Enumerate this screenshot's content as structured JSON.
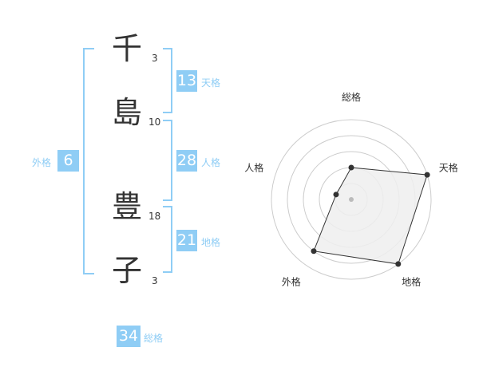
{
  "characters": [
    {
      "kanji": "千",
      "strokes": "3"
    },
    {
      "kanji": "島",
      "strokes": "10"
    },
    {
      "kanji": "豊",
      "strokes": "18"
    },
    {
      "kanji": "子",
      "strokes": "3"
    }
  ],
  "grids": {
    "tenkaku": {
      "value": "13",
      "label": "天格"
    },
    "jinkaku": {
      "value": "28",
      "label": "人格"
    },
    "chikaku": {
      "value": "21",
      "label": "地格"
    },
    "gaikaku": {
      "value": "6",
      "label": "外格"
    },
    "soukaku": {
      "value": "34",
      "label": "総格"
    }
  },
  "radar": {
    "axes": [
      "総格",
      "天格",
      "地格",
      "外格",
      "人格"
    ],
    "levels": 5,
    "values": [
      2,
      5,
      5,
      4,
      1
    ],
    "colors": {
      "fill": "#eeeeee",
      "stroke": "#333333",
      "ring": "#cccccc",
      "center": "#bbbbbb"
    }
  }
}
